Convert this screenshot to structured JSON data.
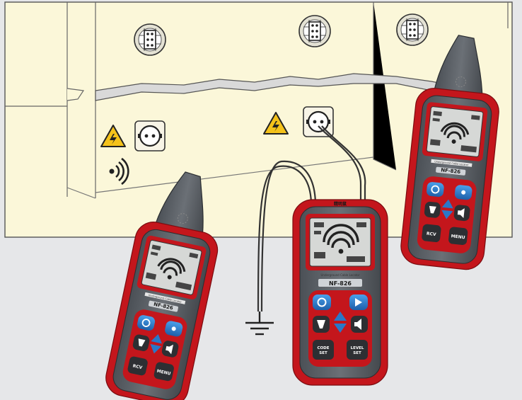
{
  "colors": {
    "background": "#e6e7e9",
    "wall": "#fbf7d9",
    "wall_line": "#555555",
    "plaster": "#d9d9d9",
    "device_body": "#5b6066",
    "device_bumper": "#c4161c",
    "device_screen": "#d9d9d9",
    "key_blue": "#2a78c8",
    "key_dark": "#2d2f33",
    "warning_yellow": "#f4c21a",
    "cable": "#333333"
  },
  "devices": {
    "left": {
      "model": "NF-826",
      "strip": "Underground Cable Locator",
      "keys": {
        "code": "RCV",
        "menu": "MENU"
      }
    },
    "center": {
      "brand": "精明鼠",
      "model": "NF-826",
      "strip": "Underground Cable Locator",
      "keys": {
        "code": "CODE\nSET",
        "level": "LEVEL\nSET"
      }
    },
    "right": {
      "model": "NF-826",
      "strip": "Underground Cable Locator",
      "keys": {
        "code": "RCV",
        "menu": "MENU"
      }
    }
  },
  "icons": {
    "warning": "warning-triangle-icon",
    "signal": "signal-waves-icon",
    "outlet": "wall-outlet-icon",
    "ground": "ground-symbol-icon"
  }
}
